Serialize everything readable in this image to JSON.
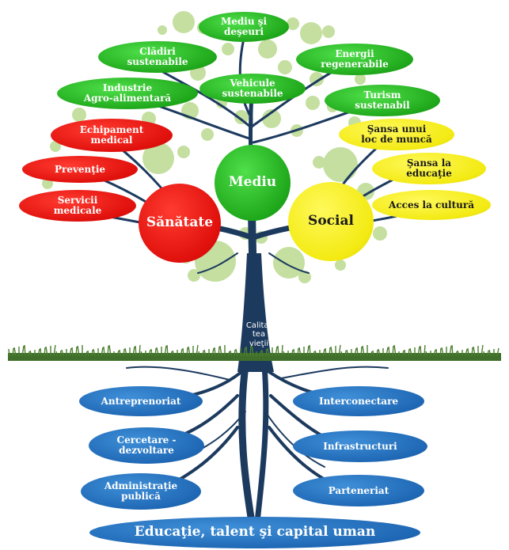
{
  "center": {
    "label": "Calita-\ntea\nvieţii"
  },
  "pillars": {
    "mediu": "Mediu",
    "sanatate": "Sănătate",
    "social": "Social"
  },
  "mediu_leaves": [
    "Mediu şi\ndeşeuri",
    "Clădiri\nsustenabile",
    "Energii\nregenerabile",
    "Industrie\nAgro-alimentară",
    "Vehicule\nsustenabile",
    "Turism\nsustenabil"
  ],
  "sanatate_leaves": [
    "Echipament\nmedical",
    "Prevenţie",
    "Servicii\nmedicale"
  ],
  "social_leaves": [
    "Şansa unui\nloc de muncă",
    "Şansa la\neducaţie",
    "Acces la cultură"
  ],
  "roots_left": [
    "Antreprenoriat",
    "Cercetare -\ndezvoltare",
    "Administraţie\npublică"
  ],
  "roots_right": [
    "Interconectare",
    "Infrastructuri",
    "Parteneriat"
  ],
  "foundation": "Educaţie, talent şi capital uman",
  "colors": {
    "trunk": "#1c3a5e",
    "green": "#1fa81b",
    "red": "#e0100c",
    "yellow": "#f3ea12",
    "blue": "#1f68b5",
    "bubble": "#c4dfa0",
    "grass": "#3f6f2a"
  }
}
